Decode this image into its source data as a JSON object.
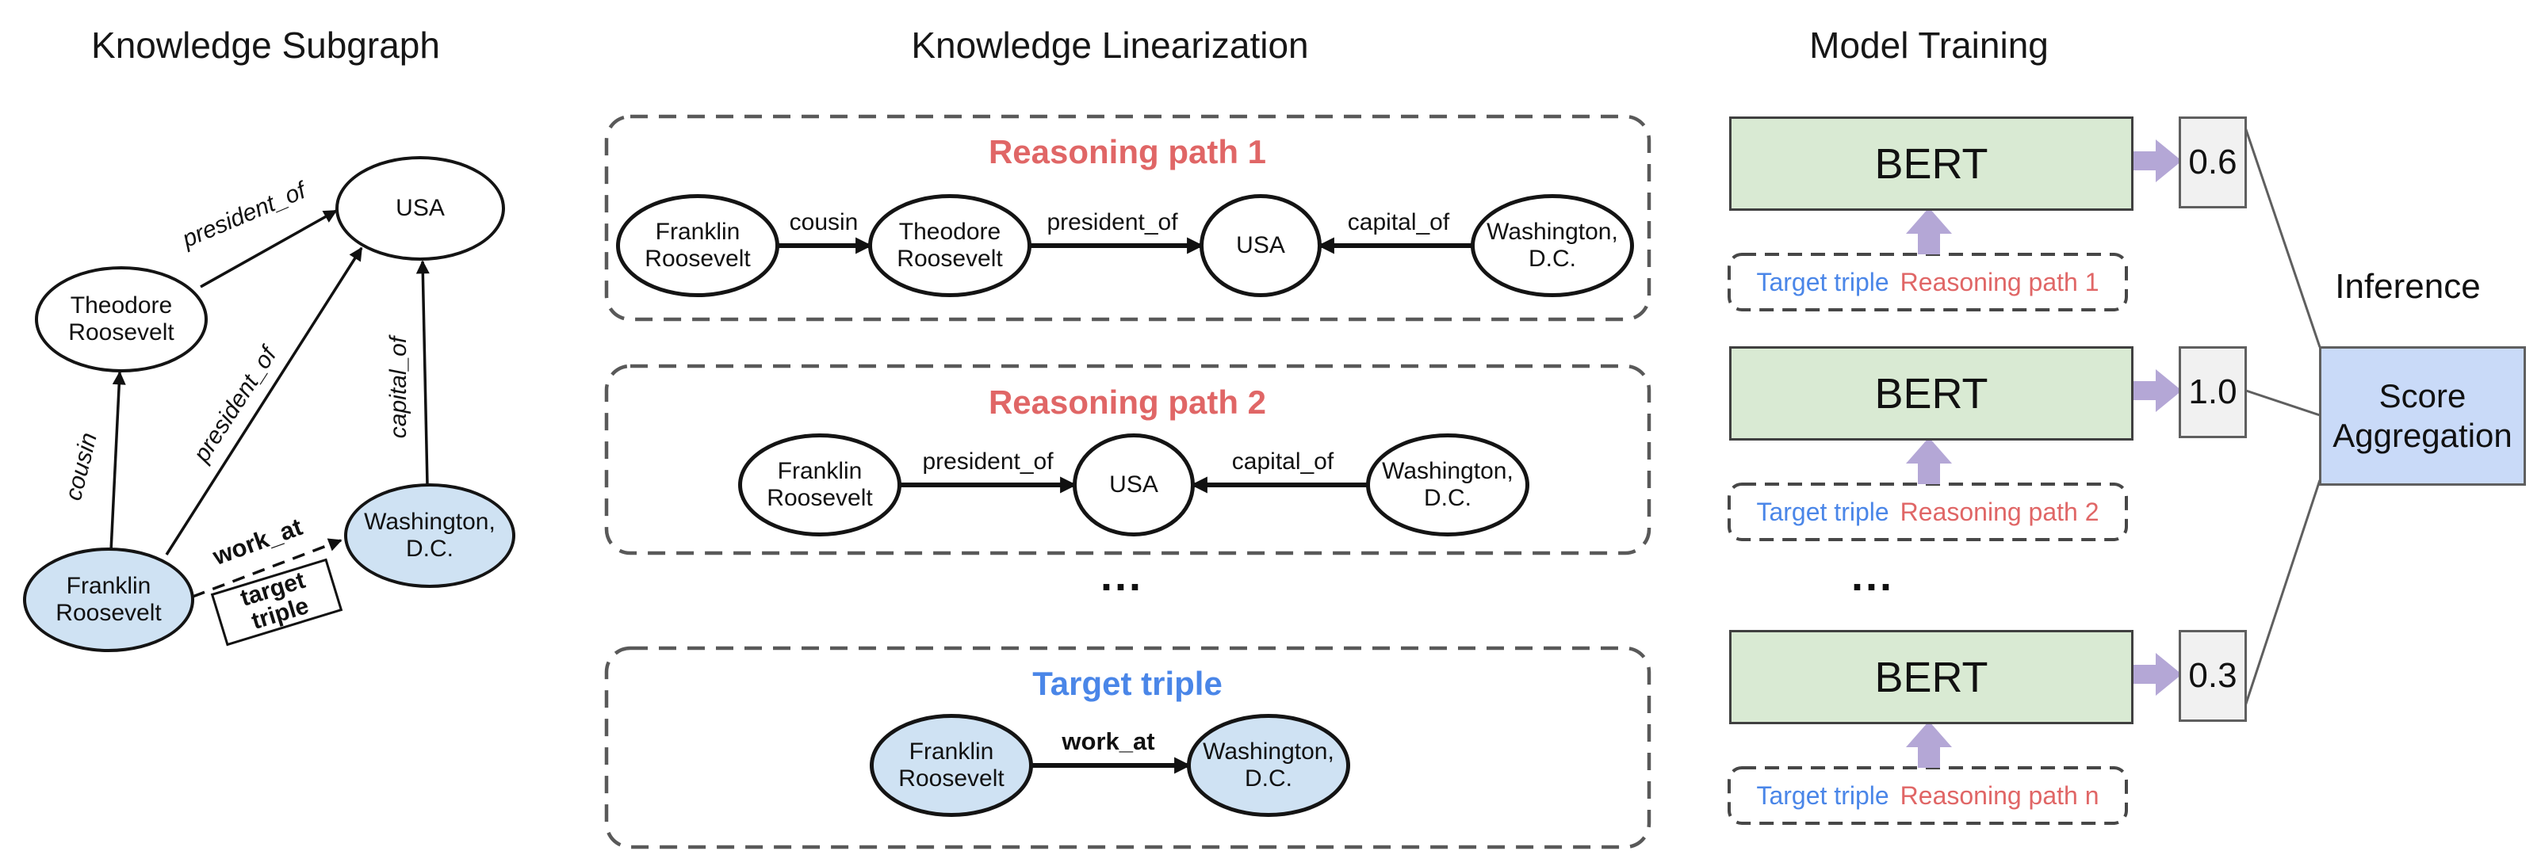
{
  "sections": {
    "subgraph_title": "Knowledge Subgraph",
    "linearization_title": "Knowledge Linearization",
    "training_title": "Model Training"
  },
  "subgraph": {
    "nodes": {
      "usa": "USA",
      "theodore": "Theodore Roosevelt",
      "franklin": "Franklin Roosevelt",
      "washington": "Washington, D.C."
    },
    "edges": {
      "tr_usa": "president_of",
      "fr_tr": "cousin",
      "fr_usa": "president_of",
      "wdc_usa": "capital_of",
      "fr_wdc": "work_at"
    },
    "target_tag": "target triple"
  },
  "linearization": {
    "path1": {
      "title": "Reasoning path 1",
      "nodes": {
        "franklin": "Franklin Roosevelt",
        "theodore": "Theodore Roosevelt",
        "usa": "USA",
        "washington": "Washington, D.C."
      },
      "edges": {
        "cousin": "cousin",
        "president_of": "president_of",
        "capital_of": "capital_of"
      }
    },
    "path2": {
      "title": "Reasoning path 2",
      "nodes": {
        "franklin": "Franklin Roosevelt",
        "usa": "USA",
        "washington": "Washington, D.C."
      },
      "edges": {
        "president_of": "president_of",
        "capital_of": "capital_of"
      }
    },
    "target": {
      "title": "Target triple",
      "nodes": {
        "franklin": "Franklin Roosevelt",
        "washington": "Washington, D.C."
      },
      "edges": {
        "work_at": "work_at"
      }
    },
    "ellipsis": "..."
  },
  "training": {
    "rows": [
      {
        "model": "BERT",
        "score": "0.6",
        "input_target": "Target triple",
        "input_path": "Reasoning path 1"
      },
      {
        "model": "BERT",
        "score": "1.0",
        "input_target": "Target triple",
        "input_path": "Reasoning path 2"
      },
      {
        "model": "BERT",
        "score": "0.3",
        "input_target": "Target triple",
        "input_path": "Reasoning path n"
      }
    ],
    "ellipsis": "..."
  },
  "inference": {
    "label": "Inference",
    "aggregation": "Score Aggregation"
  },
  "colors": {
    "node_blue": "#cfe2f3",
    "path_red": "#e06666",
    "target_blue": "#4a86e8",
    "bert_green": "#d9ead3",
    "arrow_purple": "#b4a7d6",
    "score_gray": "#f1f1f1",
    "aggregation_blue": "#c9daf8"
  }
}
